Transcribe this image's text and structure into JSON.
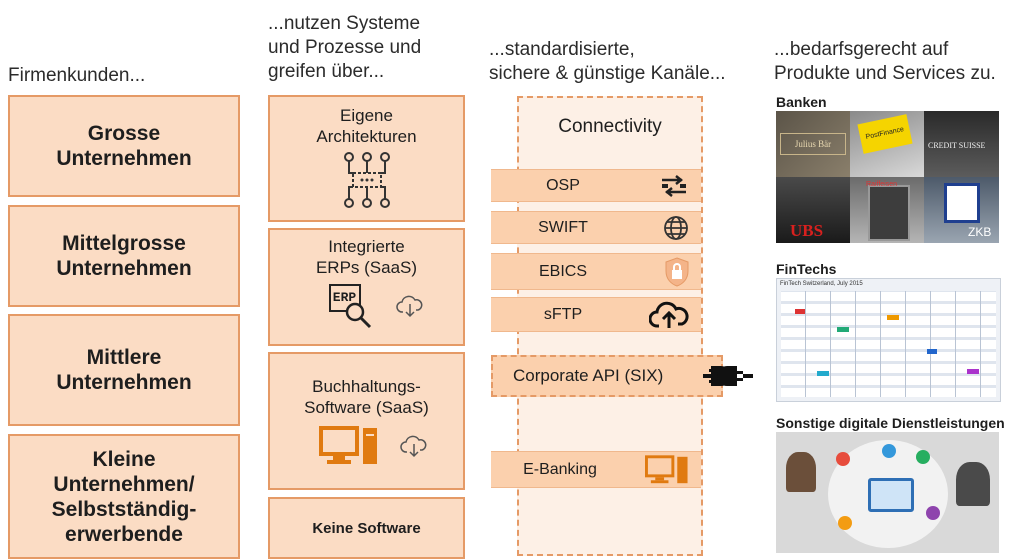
{
  "headers": {
    "col1": "Firmenkunden...",
    "col2": "...nutzen Systeme\nund Prozesse und\ngreifen über...",
    "col3": "...standardisierte,\nsichere & günstige Kanäle...",
    "col4": "...bedarfsgerecht auf\nProdukte und Services zu."
  },
  "clients": [
    "Grosse\nUnternehmen",
    "Mittelgrosse\nUnternehmen",
    "Mittlere\nUnternehmen",
    "Kleine\nUnternehmen/\nSelbstständig-\nerwerbende"
  ],
  "systems": {
    "arch": "Eigene\nArchitekturen",
    "erp": "Integrierte\nERPs (SaaS)",
    "erp_icon_text": "ERP",
    "accounting": "Buchhaltungs-\nSoftware (SaaS)",
    "none": "Keine Software"
  },
  "channels": {
    "title": "Connectivity",
    "items": [
      {
        "label": "OSP",
        "icon": "sync-arrows-icon"
      },
      {
        "label": "SWIFT",
        "icon": "globe-network-icon"
      },
      {
        "label": "EBICS",
        "icon": "shield-lock-icon"
      },
      {
        "label": "sFTP",
        "icon": "cloud-upload-icon"
      }
    ],
    "api": "Corporate API (SIX)",
    "ebanking": "E-Banking"
  },
  "providers": {
    "banks_title": "Banken",
    "banks": [
      "Julius Bär",
      "PostFinance",
      "CREDIT SUISSE",
      "UBS",
      "Raiffeisen",
      "ZKB"
    ],
    "fintech_title": "FinTechs",
    "fintech_caption": "FinTech Switzerland, July 2015",
    "other_title": "Sonstige digitale Dienstleistungen"
  },
  "colors": {
    "fill": "#fbdcc4",
    "border": "#e59a66",
    "accent": "#e07a10"
  }
}
